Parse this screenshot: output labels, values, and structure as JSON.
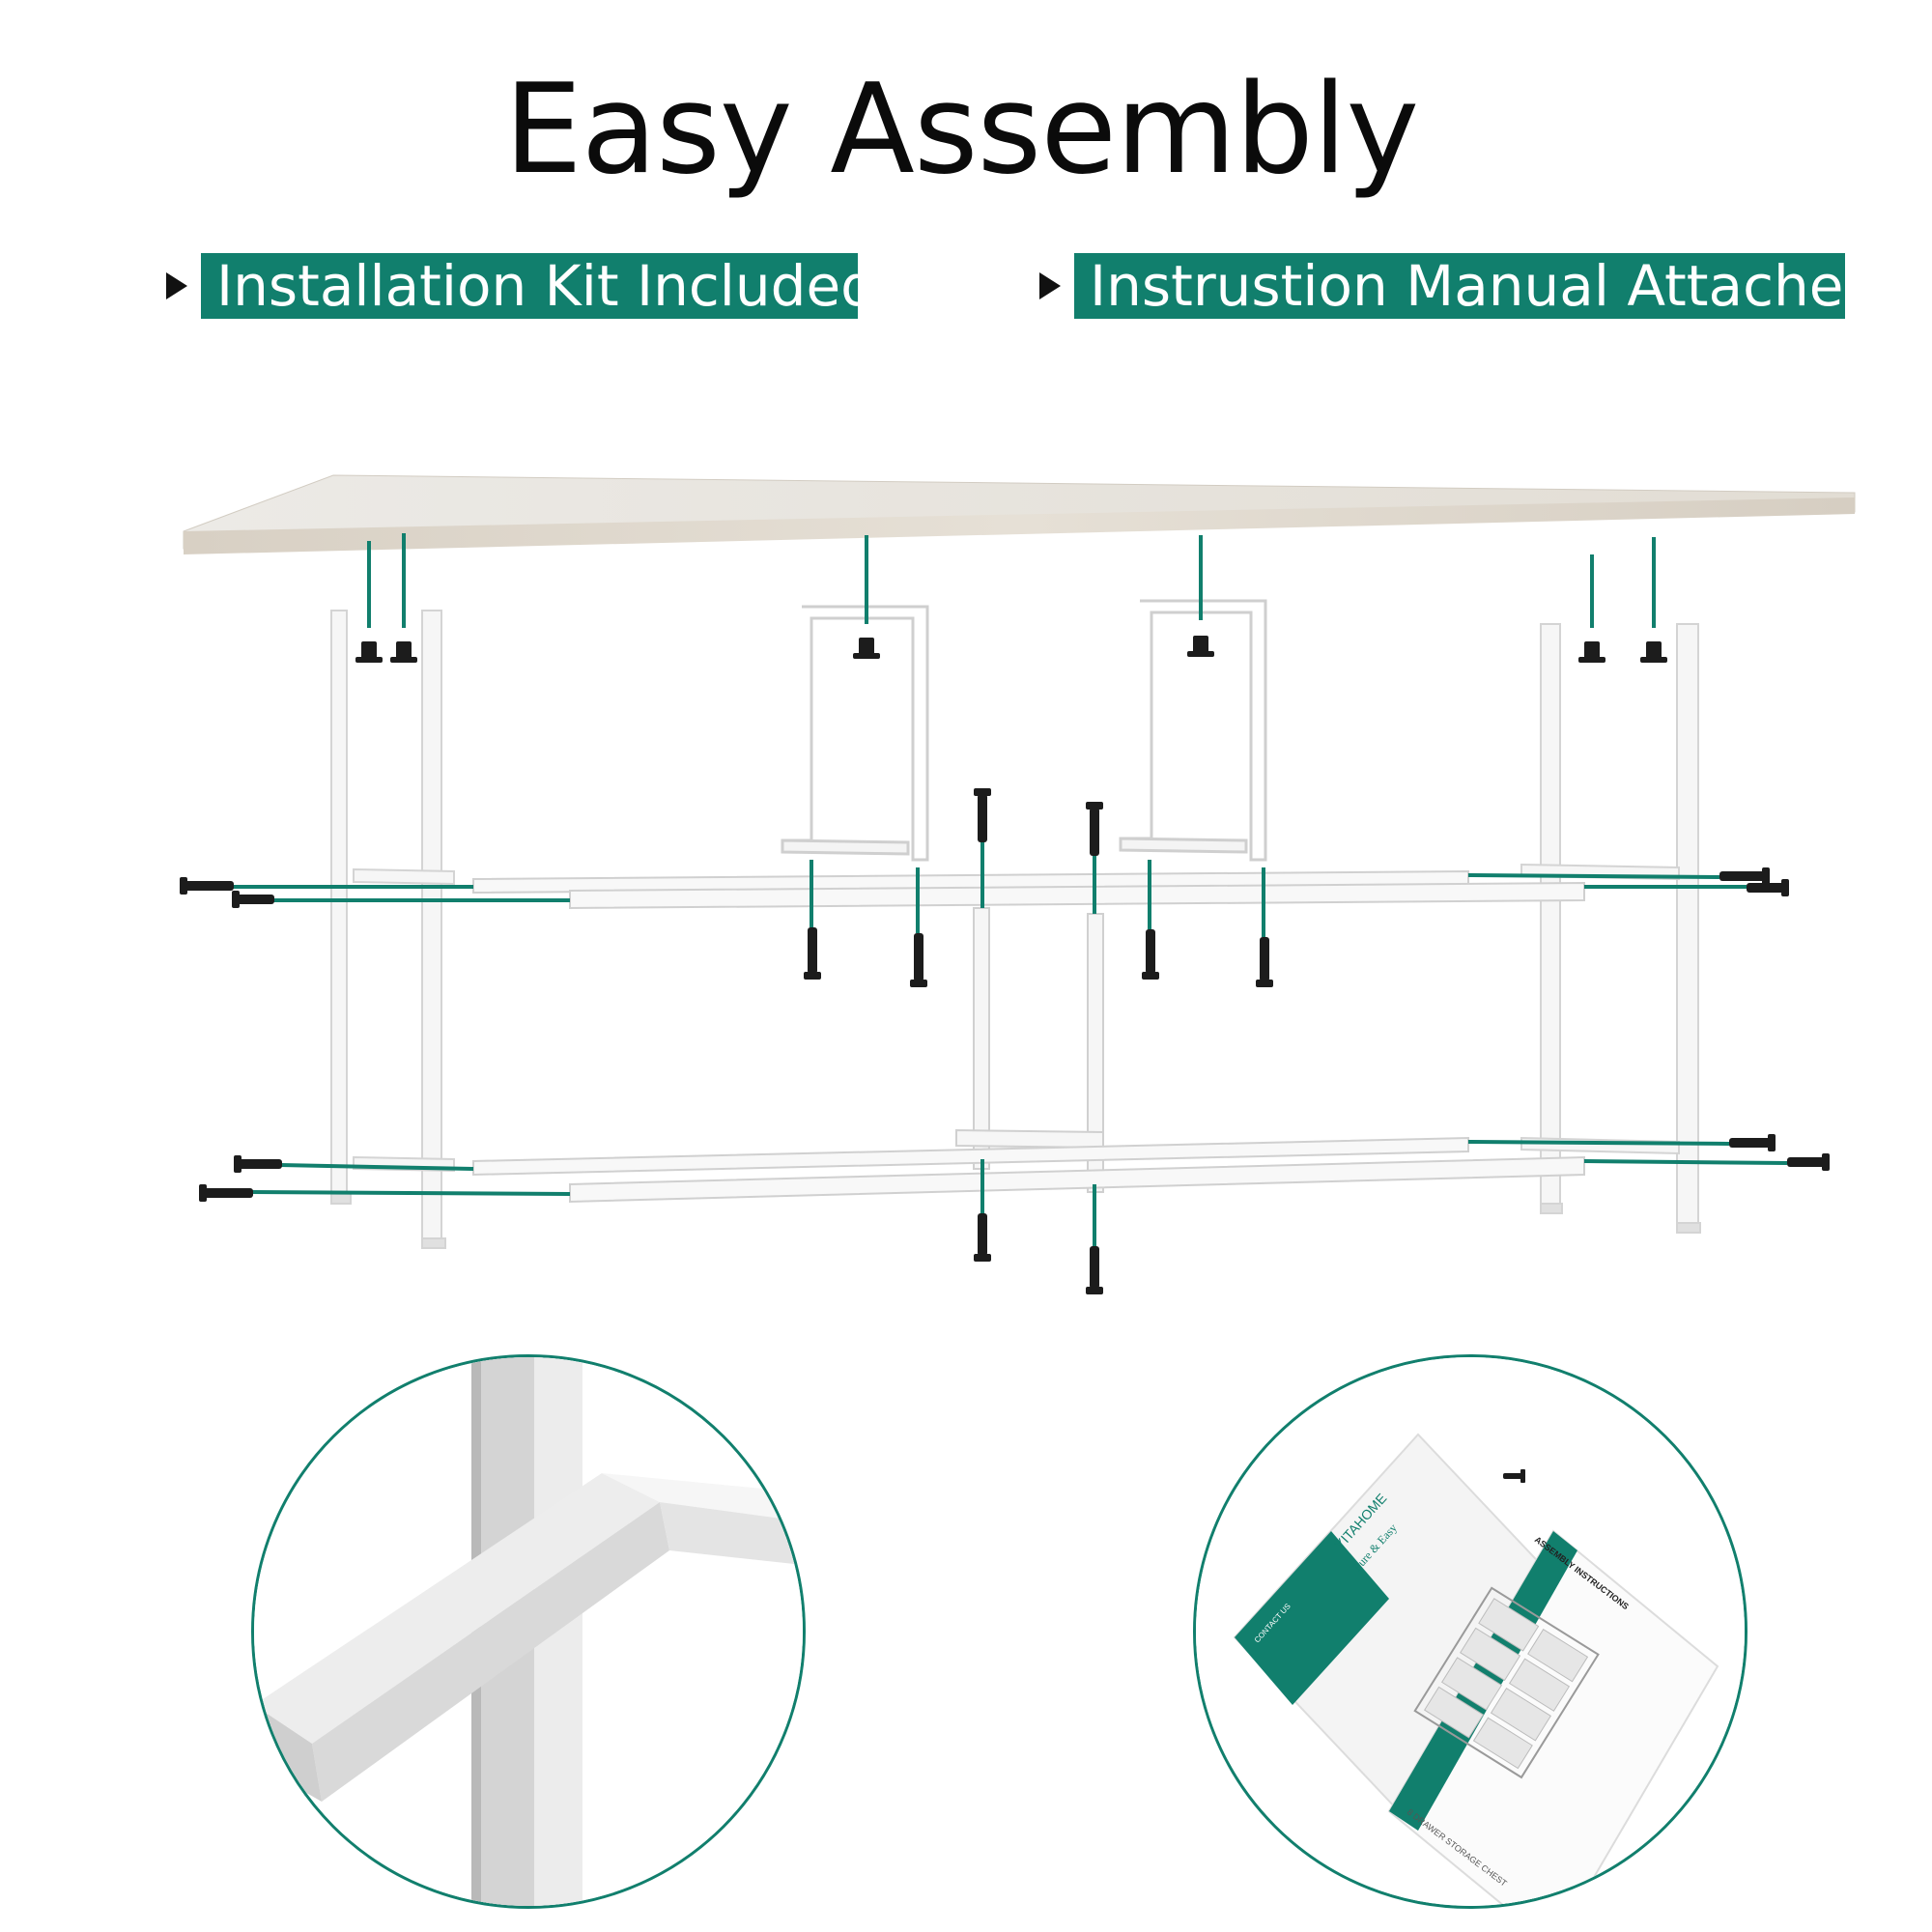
{
  "title": "Easy Assembly",
  "features": [
    {
      "label": "Installation Kit Included"
    },
    {
      "label": "Instrustion Manual Attached"
    }
  ],
  "manual": {
    "brand": "YITAHOME",
    "tagline": "Pure & Easy",
    "heading": "ASSEMBLY INSTRUCTIONS",
    "contact": "CONTACT US",
    "product": "8 DRAWER STORAGE CHEST"
  },
  "colors": {
    "accent": "#117f6d",
    "frame": "#f2f2f2",
    "tabletop": "#ddd6cc",
    "screw": "#1c1c1c"
  }
}
